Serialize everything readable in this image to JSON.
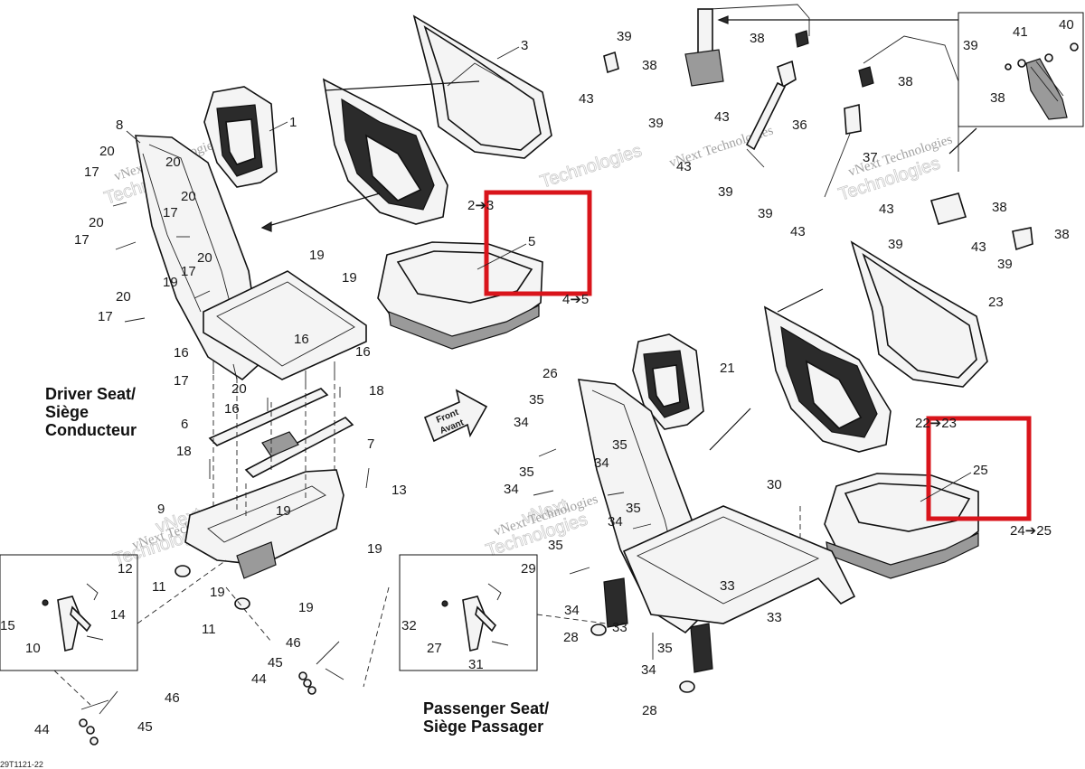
{
  "sections": {
    "driver_title_line1": "Driver Seat/",
    "driver_title_line2": "Siège",
    "driver_title_line3": "Conducteur",
    "passenger_title_line1": "Passenger Seat/",
    "passenger_title_line2": "Siège Passager"
  },
  "front_arrow": {
    "line1": "Front",
    "line2": "Avant"
  },
  "watermark": {
    "line1": "vNext Technologies",
    "line2": "Technologies",
    "brand": "vNext"
  },
  "reference_code": "29T1121-22",
  "highlight_color": "#d9141b",
  "callouts": {
    "c1": "1",
    "c3": "3",
    "c2to3": "2➔3",
    "c5": "5",
    "c4to5": "4➔5",
    "c8": "8",
    "c6": "6",
    "c7": "7",
    "c9": "9",
    "c10": "10",
    "c11a": "11",
    "c11b": "11",
    "c12": "12",
    "c13": "13",
    "c14": "14",
    "c15": "15",
    "c16a": "16",
    "c16b": "16",
    "c16c": "16",
    "c17a": "17",
    "c17b": "17",
    "c17c": "17",
    "c17d": "17",
    "c17e": "17",
    "c18a": "18",
    "c18b": "18",
    "c19a": "19",
    "c19b": "19",
    "c19c": "19",
    "c19d": "19",
    "c19e": "19",
    "c19f": "19",
    "c19g": "19",
    "c20a": "20",
    "c20b": "20",
    "c20c": "20",
    "c20d": "20",
    "c20e": "20",
    "c20f": "20",
    "c21": "21",
    "c22to23": "22➔23",
    "c23": "23",
    "c24to25": "24➔25",
    "c25": "25",
    "c26": "26",
    "c27": "27",
    "c28a": "28",
    "c28b": "28",
    "c29": "29",
    "c30": "30",
    "c31": "31",
    "c32": "32",
    "c33a": "33",
    "c33b": "33",
    "c33c": "33",
    "c34a": "34",
    "c34b": "34",
    "c34c": "34",
    "c34d": "34",
    "c34e": "34",
    "c34f": "34",
    "c35a": "35",
    "c35b": "35",
    "c35c": "35",
    "c35d": "35",
    "c35e": "35",
    "c35f": "35",
    "c36": "36",
    "c37": "37",
    "c38a": "38",
    "c38b": "38",
    "c38c": "38",
    "c38d": "38",
    "c38e": "38",
    "c38f": "38",
    "c39a": "39",
    "c39b": "39",
    "c39c": "39",
    "c39d": "39",
    "c39e": "39",
    "c39f": "39",
    "c39g": "39",
    "c40": "40",
    "c41": "41",
    "c43a": "43",
    "c43b": "43",
    "c43c": "43",
    "c43d": "43",
    "c43e": "43",
    "c43f": "43",
    "c44a": "44",
    "c44b": "44",
    "c45a": "45",
    "c45b": "45",
    "c46a": "46",
    "c46b": "46"
  }
}
